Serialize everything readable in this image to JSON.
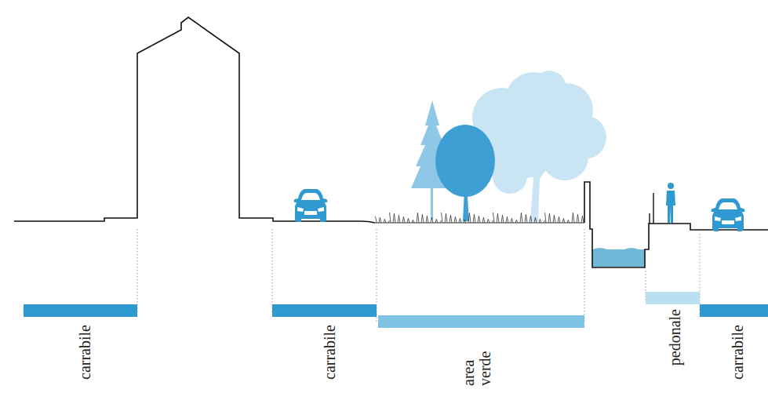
{
  "diagram": {
    "labels": [
      "carrabile",
      "carrabile",
      "area verde",
      "pedonale",
      "carrabile"
    ]
  }
}
